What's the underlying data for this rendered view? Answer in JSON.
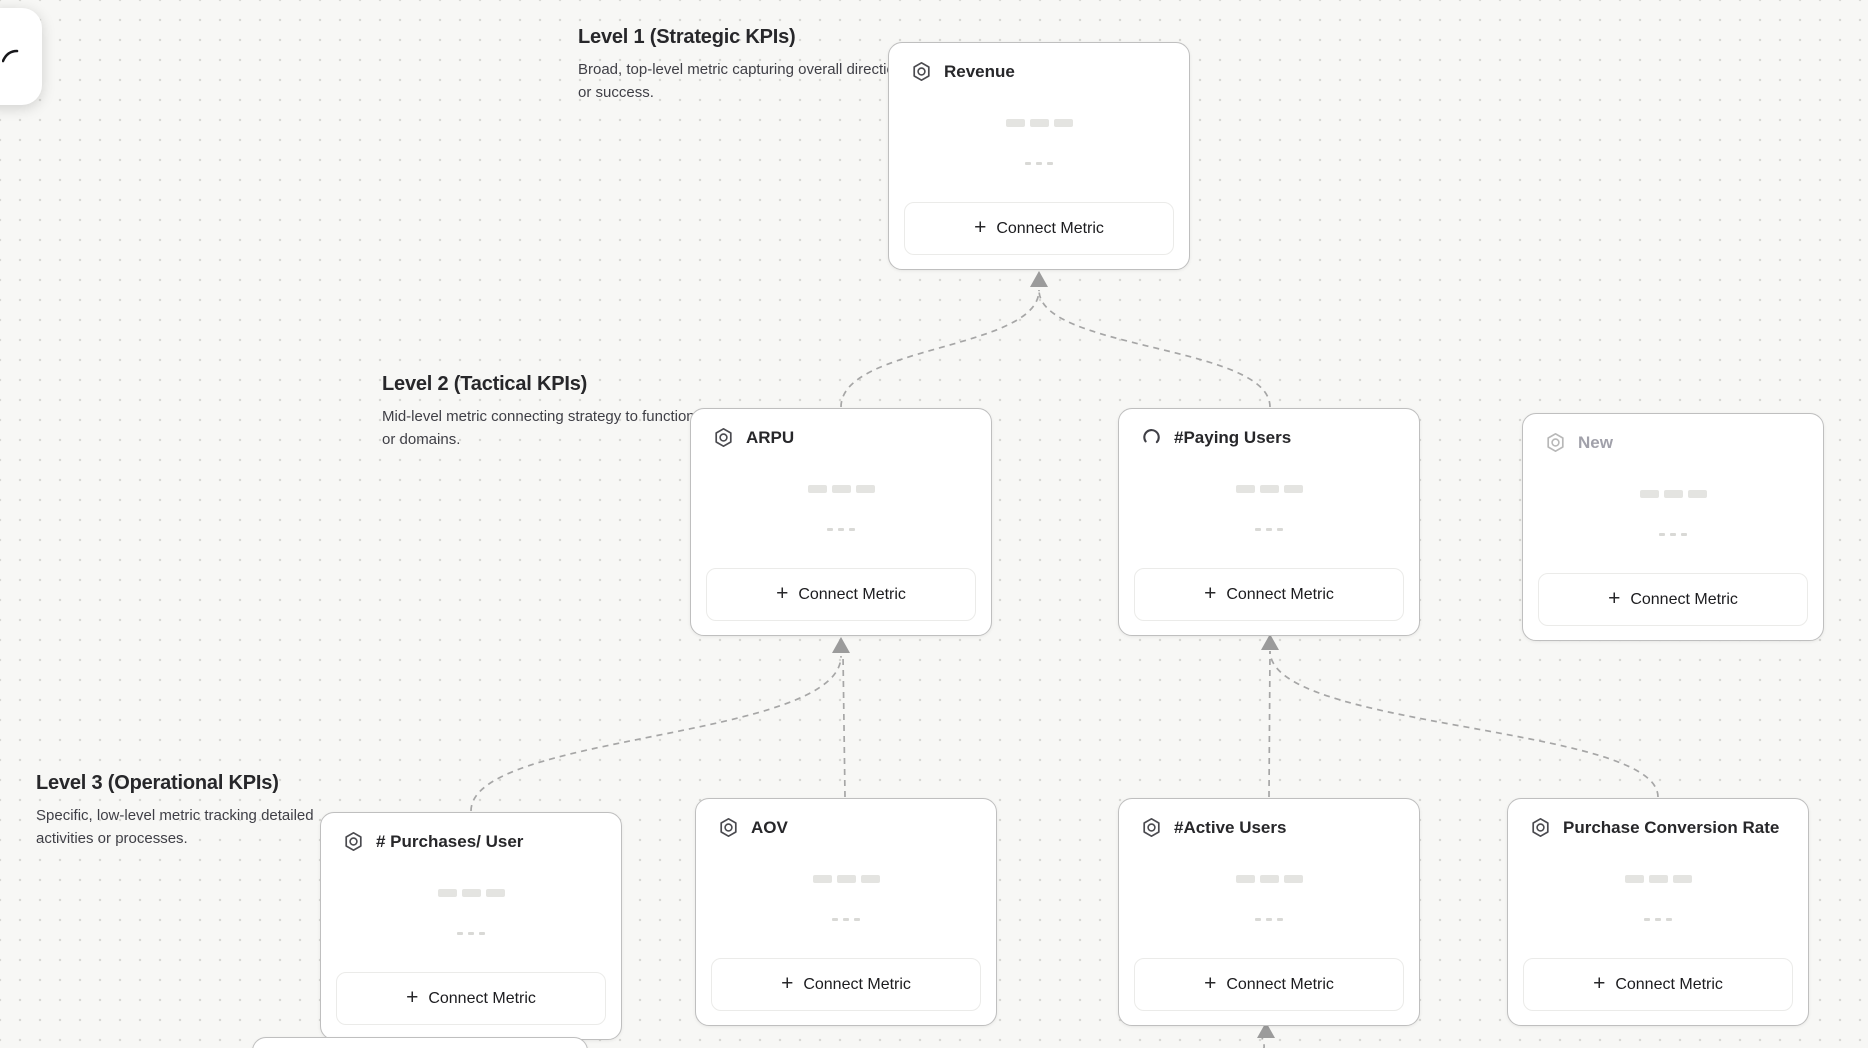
{
  "app": {
    "description": "KPI metric-tree canvas with dotted grid background and dashed parent-child connectors"
  },
  "toolbar": {
    "floating_button_icon": "cursor-tool-icon"
  },
  "levels": [
    {
      "title": "Level 1 (Strategic KPIs)",
      "description": "Broad, top-level metric capturing overall direction or success."
    },
    {
      "title": "Level 2 (Tactical KPIs)",
      "description": "Mid-level metric connecting strategy to functions or domains."
    },
    {
      "title": "Level 3 (Operational KPIs)",
      "description": "Specific, low-level metric tracking detailed activities or processes."
    }
  ],
  "labels": {
    "connect_metric": "Connect Metric",
    "plus": "+"
  },
  "cards": [
    {
      "title": "Revenue",
      "icon": "metric-hexagon-icon",
      "level": 1,
      "state": "default"
    },
    {
      "title": "ARPU",
      "icon": "metric-hexagon-icon",
      "level": 2,
      "state": "default"
    },
    {
      "title": "#Paying Users",
      "icon": "loading-spinner-icon",
      "level": 2,
      "state": "loading"
    },
    {
      "title": "New",
      "icon": "metric-hexagon-icon",
      "level": 2,
      "state": "draft"
    },
    {
      "title": "# Purchases/ User",
      "icon": "metric-hexagon-icon",
      "level": 3,
      "state": "default"
    },
    {
      "title": "AOV",
      "icon": "metric-hexagon-icon",
      "level": 3,
      "state": "default"
    },
    {
      "title": "#Active Users",
      "icon": "metric-hexagon-icon",
      "level": 3,
      "state": "default"
    },
    {
      "title": "Purchase Conversion Rate",
      "icon": "metric-hexagon-icon",
      "level": 3,
      "state": "default"
    }
  ],
  "connections": [
    {
      "from": "ARPU",
      "to": "Revenue"
    },
    {
      "from": "#Paying Users",
      "to": "Revenue"
    },
    {
      "from": "# Purchases/ User",
      "to": "ARPU"
    },
    {
      "from": "AOV",
      "to": "ARPU"
    },
    {
      "from": "#Active Users",
      "to": "#Paying Users"
    },
    {
      "from": "Purchase Conversion Rate",
      "to": "#Paying Users"
    },
    {
      "from": "offscreen-below",
      "to": "#Active Users"
    }
  ],
  "colors": {
    "canvas_background": "#f7f7f5",
    "grid_dot": "#d8d8d4",
    "card_border": "#bfbfbf",
    "connector": "#a6a6a6",
    "title_text": "#27272a",
    "draft_text": "#a1a1aa",
    "skeleton": "#e4e4e1"
  }
}
